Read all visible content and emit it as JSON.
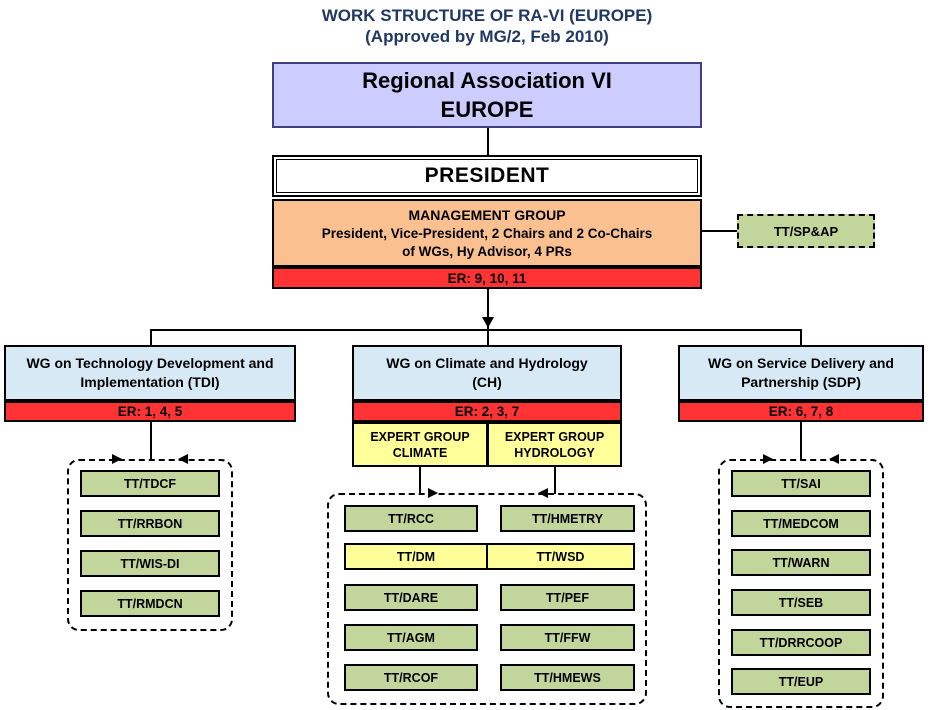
{
  "colors": {
    "title_text": "#1F3864",
    "ra_fill": "#CCCCFF",
    "ra_border": "#404080",
    "mg_fill": "#FAC090",
    "er_fill": "#FF3333",
    "wg_fill": "#D6E9F5",
    "yellow_fill": "#FFFF99",
    "green_fill": "#C2D69B"
  },
  "title": {
    "line1": "WORK STRUCTURE OF RA-VI (EUROPE)",
    "line2": "(Approved by MG/2, Feb 2010)"
  },
  "hierarchy": {
    "regional_association": {
      "line1": "Regional Association VI",
      "line2": "EUROPE"
    },
    "president": "PRESIDENT",
    "management_group": {
      "title": "MANAGEMENT GROUP",
      "line1": "President, Vice-President, 2 Chairs and 2 Co-Chairs",
      "line2": "of WGs, Hy Advisor, 4 PRs",
      "er": "ER: 9, 10, 11"
    },
    "tt_spap": "TT/SP&AP"
  },
  "working_groups": {
    "tdi": {
      "title_line1": "WG on Technology Development and",
      "title_line2": "Implementation (TDI)",
      "er": "ER: 1, 4, 5",
      "teams": [
        "TT/TDCF",
        "TT/RRBON",
        "TT/WIS-DI",
        "TT/RMDCN"
      ]
    },
    "ch": {
      "title_line1": "WG on Climate and Hydrology",
      "title_line2": "(CH)",
      "er": "ER: 2, 3, 7",
      "expert_group_climate": {
        "line1": "EXPERT GROUP",
        "line2": "CLIMATE"
      },
      "expert_group_hydrology": {
        "line1": "EXPERT GROUP",
        "line2": "HYDROLOGY"
      },
      "climate_teams": [
        "TT/RCC",
        "TT/DM",
        "TT/DARE",
        "TT/AGM",
        "TT/RCOF"
      ],
      "hydrology_teams": [
        "TT/HMETRY",
        "TT/WSD",
        "TT/PEF",
        "TT/FFW",
        "TT/HMEWS"
      ]
    },
    "sdp": {
      "title_line1": "WG on Service Delivery and",
      "title_line2": "Partnership (SDP)",
      "er": "ER: 6, 7, 8",
      "teams": [
        "TT/SAI",
        "TT/MEDCOM",
        "TT/WARN",
        "TT/SEB",
        "TT/DRRCOOP",
        "TT/EUP"
      ]
    }
  }
}
